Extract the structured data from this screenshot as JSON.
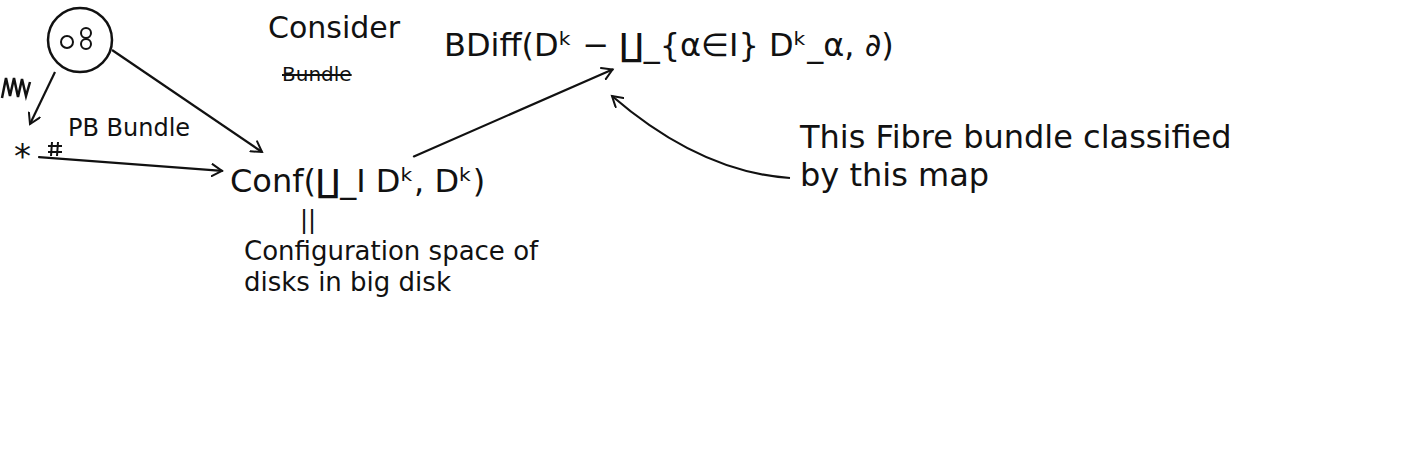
{
  "diagram": {
    "nodes": [
      {
        "text": [
          "*"
        ]
      },
      {
        "text": [
          "Conf(∐_I Dᵏ, Dᵏ)"
        ]
      },
      {
        "text": [
          "BDiff(Dᵏ − ∐_{α∈I} Dᵏ_α, ∂)"
        ]
      }
    ],
    "edges": [
      {
        "from": 0,
        "to": 1,
        "arrow": "to"
      },
      {
        "from": 1,
        "to": 2,
        "arrow": "to"
      }
    ],
    "labels": [
      "Consider",
      "PB Bundle",
      "Bundle",
      "||",
      "Configuration space of disks in big disk",
      "This Fibre bundle classified by this map"
    ]
  }
}
